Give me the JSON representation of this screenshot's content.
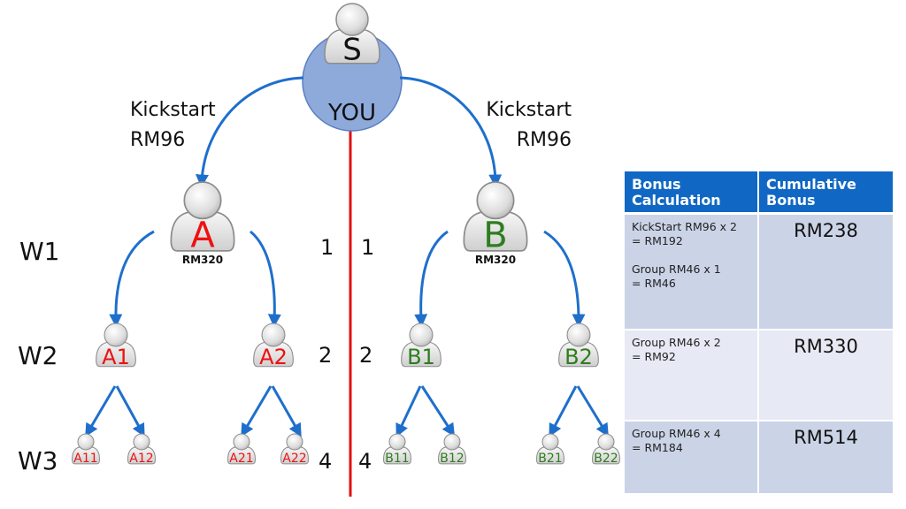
{
  "root": {
    "letter": "S",
    "caption": "YOU"
  },
  "edges": {
    "left": {
      "line1": "Kickstart",
      "line2": "RM96"
    },
    "right": {
      "line1": "Kickstart",
      "line2": "RM96"
    }
  },
  "levels": [
    "W1",
    "W2",
    "W3"
  ],
  "counts": {
    "left": [
      "1",
      "2",
      "4"
    ],
    "right": [
      "1",
      "2",
      "4"
    ]
  },
  "nodes": {
    "A": {
      "label": "A",
      "amount": "RM320",
      "color": "#ee1111"
    },
    "B": {
      "label": "B",
      "amount": "RM320",
      "color": "#2e7d1f"
    },
    "A1": "A1",
    "A2": "A2",
    "B1": "B1",
    "B2": "B2",
    "A11": "A11",
    "A12": "A12",
    "A21": "A21",
    "A22": "A22",
    "B11": "B11",
    "B12": "B12",
    "B21": "B21",
    "B22": "B22"
  },
  "colors": {
    "arrow": "#1e6fcc",
    "divider": "#e01010",
    "root_circle": "#8eaadb",
    "table_header": "#1168c4"
  },
  "table": {
    "headers": [
      "Bonus Calculation",
      "Cumulative Bonus"
    ],
    "header_lines": [
      [
        "Bonus",
        "Calculation"
      ],
      [
        "Cumulative",
        "Bonus"
      ]
    ],
    "rows": [
      {
        "calc": [
          [
            "KickStart RM96 x 2",
            "= RM192"
          ],
          [
            "Group RM46 x 1",
            "= RM46"
          ]
        ],
        "total": "RM238"
      },
      {
        "calc": [
          [
            "Group RM46 x 2",
            "= RM92"
          ]
        ],
        "total": "RM330"
      },
      {
        "calc": [
          [
            "Group RM46 x 4",
            "= RM184"
          ]
        ],
        "total": "RM514"
      }
    ]
  }
}
